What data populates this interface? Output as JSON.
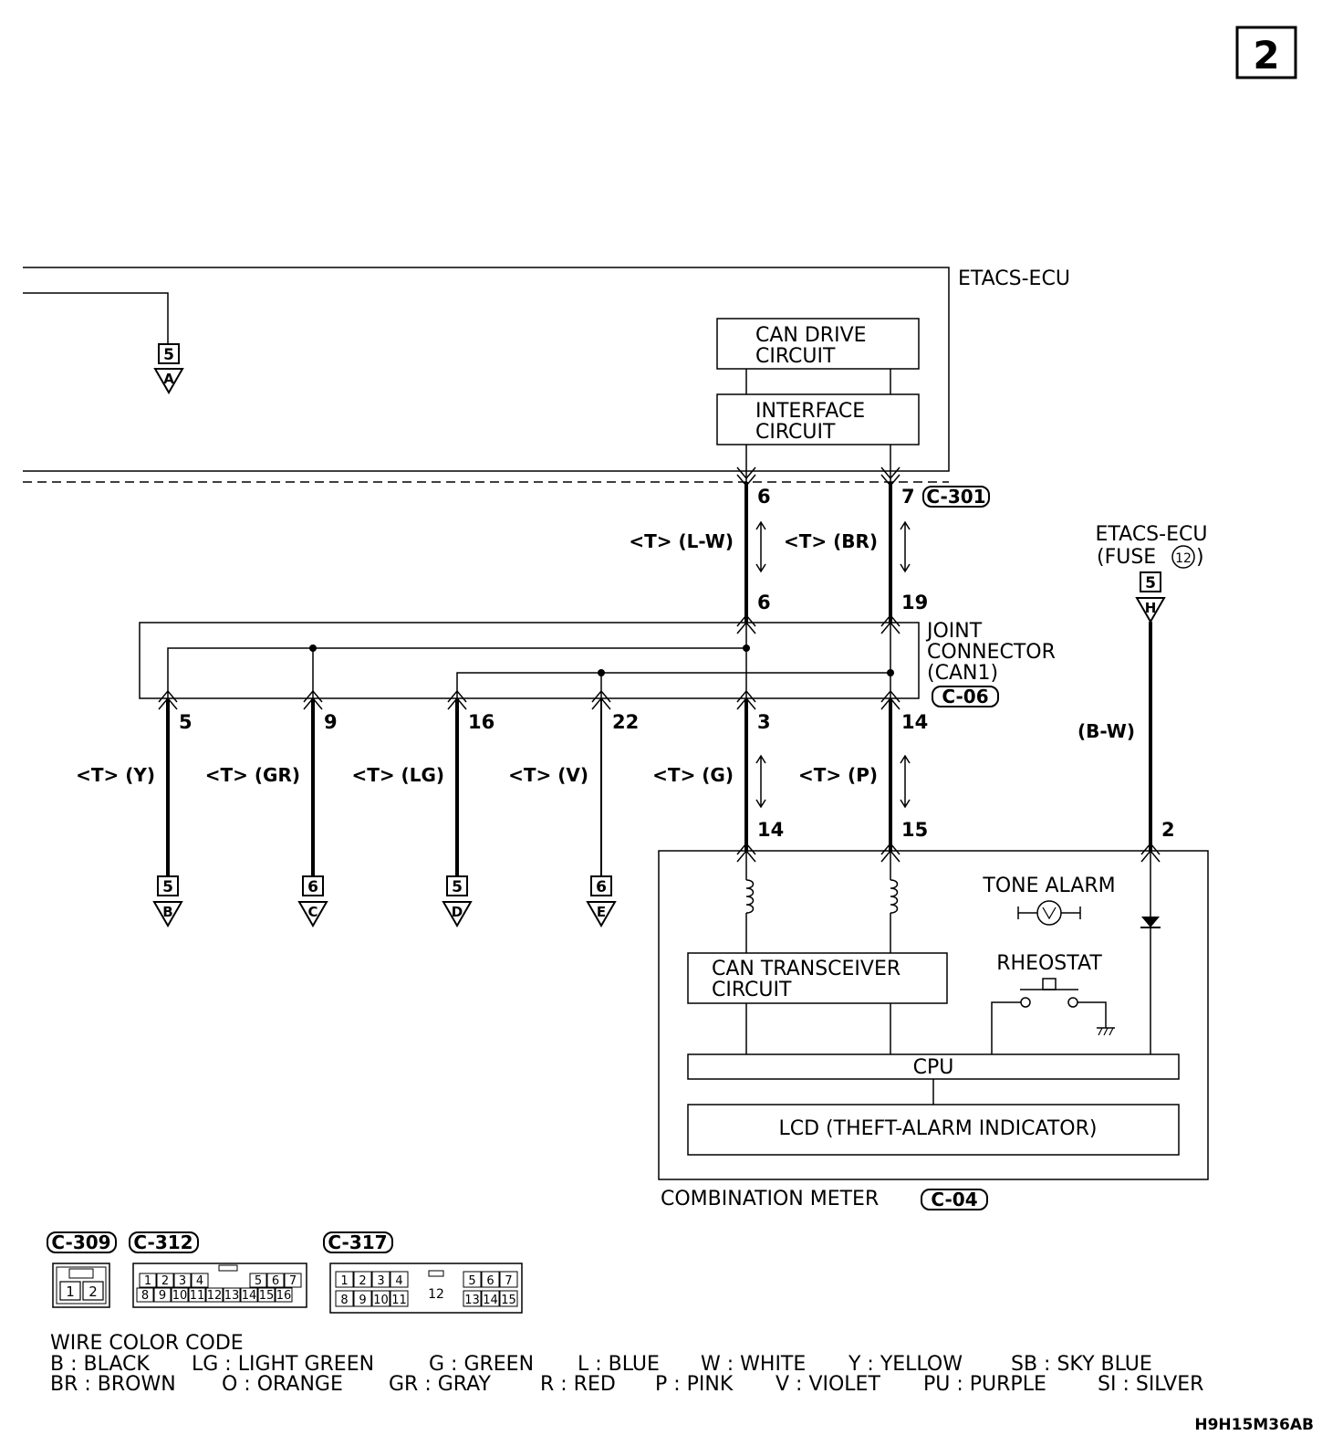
{
  "page_number": "2",
  "diagram_code": "H9H15M36AB",
  "etacs": {
    "title": "ETACS-ECU",
    "can_drive_line1": "CAN DRIVE",
    "can_drive_line2": "CIRCUIT",
    "interface_line1": "INTERFACE",
    "interface_line2": "CIRCUIT",
    "connector": "C-301",
    "pin_left": "6",
    "pin_right": "7"
  },
  "ref_a": {
    "num": "5",
    "letter": "A"
  },
  "upper_wires": {
    "left_label": "<T> (L-W)",
    "right_label": "<T> (BR)"
  },
  "joint": {
    "line1": "JOINT",
    "line2": "CONNECTOR",
    "line3": "(CAN1)",
    "connector": "C-06",
    "top_pin_left": "6",
    "top_pin_right": "19"
  },
  "branches": [
    {
      "pin": "5",
      "wire": "<T> (Y)",
      "num": "5",
      "letter": "B"
    },
    {
      "pin": "9",
      "wire": "<T> (GR)",
      "num": "6",
      "letter": "C"
    },
    {
      "pin": "16",
      "wire": "<T> (LG)",
      "num": "5",
      "letter": "D"
    },
    {
      "pin": "22",
      "wire": "<T> (V)",
      "num": "6",
      "letter": "E"
    },
    {
      "pin": "3",
      "wire": "<T> (G)",
      "lower_pin": "14"
    },
    {
      "pin": "14",
      "wire": "<T> (P)",
      "lower_pin": "15"
    }
  ],
  "fuse_feed": {
    "line1": "ETACS-ECU",
    "line2": "(FUSE",
    "fuse_num": "12",
    "line2_end": ")",
    "num": "5",
    "letter": "H",
    "wire": "(B-W)",
    "pin": "2"
  },
  "meter": {
    "tone_alarm": "TONE ALARM",
    "rheostat": "RHEOSTAT",
    "transceiver_line1": "CAN TRANSCEIVER",
    "transceiver_line2": "CIRCUIT",
    "cpu": "CPU",
    "lcd": "LCD (THEFT-ALARM INDICATOR)",
    "name": "COMBINATION METER",
    "connector": "C-04"
  },
  "connectors": {
    "c309": {
      "label": "C-309",
      "pins": [
        "1",
        "2"
      ]
    },
    "c312": {
      "label": "C-312",
      "row1": [
        "1",
        "2",
        "3",
        "4",
        "5",
        "6",
        "7"
      ],
      "row2": [
        "8",
        "9",
        "10",
        "11",
        "12",
        "13",
        "14",
        "15",
        "16"
      ]
    },
    "c317": {
      "label": "C-317",
      "row1": [
        "1",
        "2",
        "3",
        "4",
        "5",
        "6",
        "7"
      ],
      "row2a": [
        "8",
        "9",
        "10",
        "11"
      ],
      "middle": "12",
      "row2b": [
        "13",
        "14",
        "15"
      ]
    }
  },
  "color_code": {
    "title": "WIRE COLOR CODE",
    "row1": [
      "B : BLACK",
      "LG : LIGHT GREEN",
      "G : GREEN",
      "L : BLUE",
      "W : WHITE",
      "Y : YELLOW",
      "SB : SKY BLUE"
    ],
    "row2": [
      "BR : BROWN",
      "O : ORANGE",
      "GR : GRAY",
      "R : RED",
      "P : PINK",
      "V : VIOLET",
      "PU : PURPLE",
      "SI : SILVER"
    ]
  }
}
